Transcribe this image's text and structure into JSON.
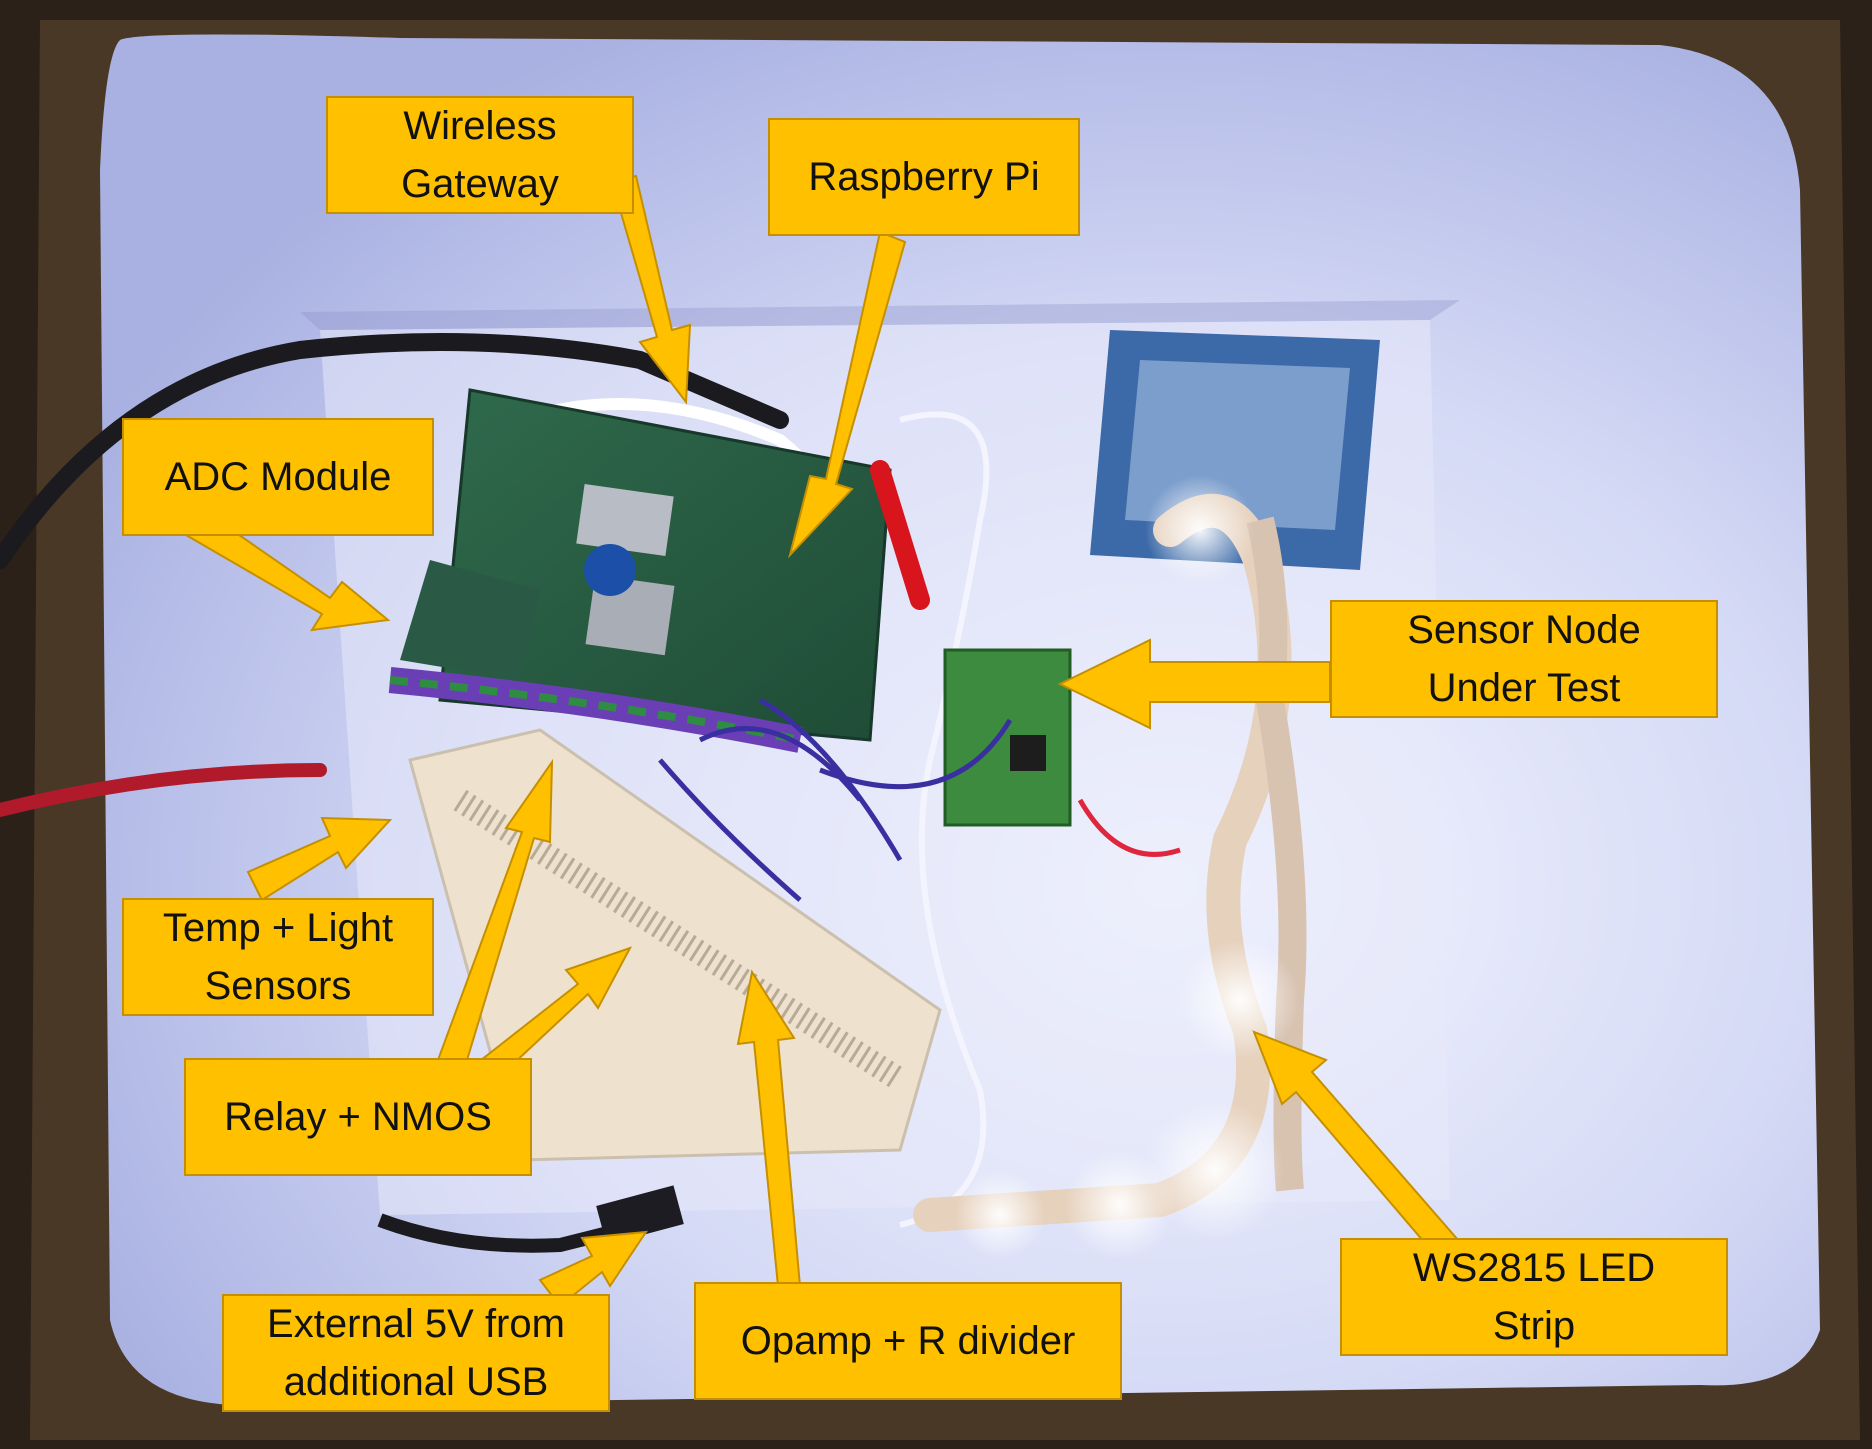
{
  "annotations": {
    "wireless_gateway": [
      "Wireless",
      "Gateway"
    ],
    "raspberry_pi": [
      "Raspberry Pi"
    ],
    "adc_module": [
      "ADC Module"
    ],
    "sensor_node": [
      "Sensor Node",
      "Under Test"
    ],
    "temp_light": [
      "Temp + Light",
      "Sensors"
    ],
    "relay_nmos": [
      "Relay + NMOS"
    ],
    "opamp_divider": [
      "Opamp + R divider"
    ],
    "external_5v": [
      "External 5V from",
      "additional USB"
    ],
    "ws2815": [
      "WS2815 LED",
      "Strip"
    ]
  },
  "colors": {
    "label_fill": "#ffc000",
    "label_border": "#c58f00",
    "arrow": "#ffc000",
    "box_interior": "#d8dcf6",
    "cardboard": "#3a2c20"
  }
}
